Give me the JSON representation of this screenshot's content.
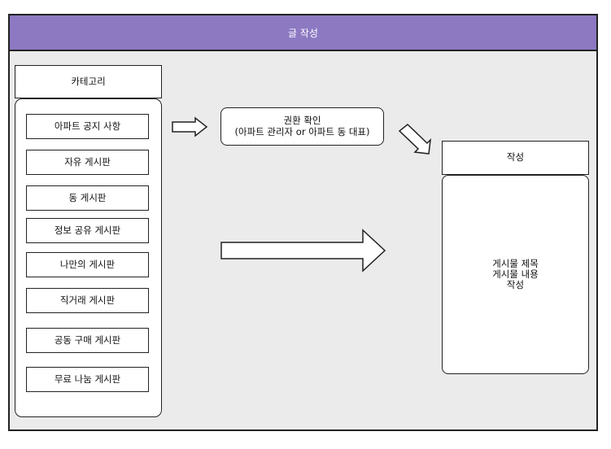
{
  "header": {
    "title": "글 작성"
  },
  "category": {
    "label": "카테고리"
  },
  "boards": [
    "아파트 공지 사항",
    "자유 게시판",
    "동 게시판",
    "정보 공유 게시판",
    "나만의 게시판",
    "직거래 게시판",
    "공동 구매 게시판",
    "무료 나눔 게시판"
  ],
  "auth": {
    "line1": "권환 확인",
    "line2": "(아파트 관리자 or 아파트 동 대표)"
  },
  "write": {
    "label": "작성"
  },
  "content": {
    "line1": "게시물 제목",
    "line2": "게시물 내용",
    "line3": "작성"
  },
  "colors": {
    "header": "#8c79c2",
    "background": "#ebebeb"
  }
}
